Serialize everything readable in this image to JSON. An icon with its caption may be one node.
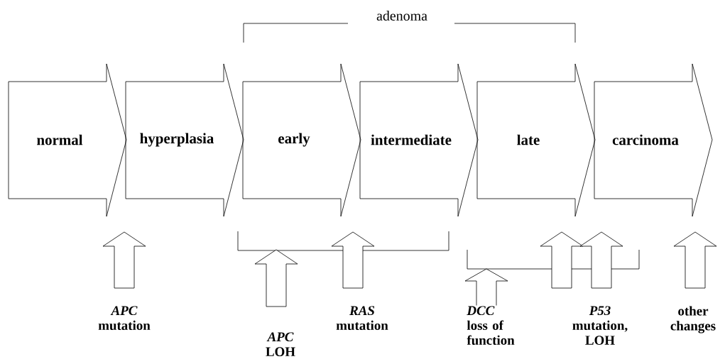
{
  "diagram": {
    "nodes": [
      {
        "text": [
          "normal"
        ]
      },
      {
        "text": [
          "hyperplasia"
        ]
      },
      {
        "text": [
          "early"
        ]
      },
      {
        "text": [
          "intermediate"
        ]
      },
      {
        "text": [
          "late"
        ]
      },
      {
        "text": [
          "carcinoma"
        ]
      }
    ],
    "labels": [
      "adenoma",
      "*APC* mutation",
      "*APC* LOH",
      "*RAS* mutation",
      "*DCC* loss of function",
      "*P53* mutation, LOH",
      "other changes"
    ]
  }
}
